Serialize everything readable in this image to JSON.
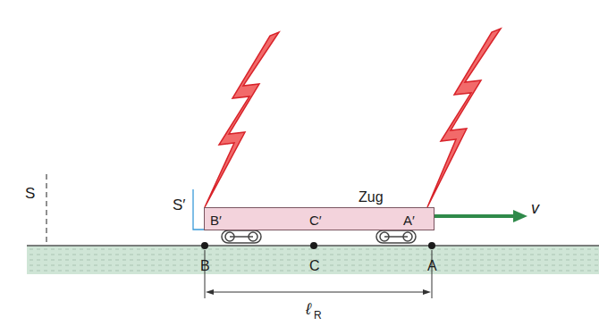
{
  "diagram": {
    "nodes": [
      {
        "text": [
          "Zug",
          "B′",
          "C′",
          "A′"
        ]
      }
    ],
    "labels": [
      "S",
      "S′",
      "v",
      "B",
      "C",
      "A",
      "ℓ",
      "R"
    ]
  }
}
